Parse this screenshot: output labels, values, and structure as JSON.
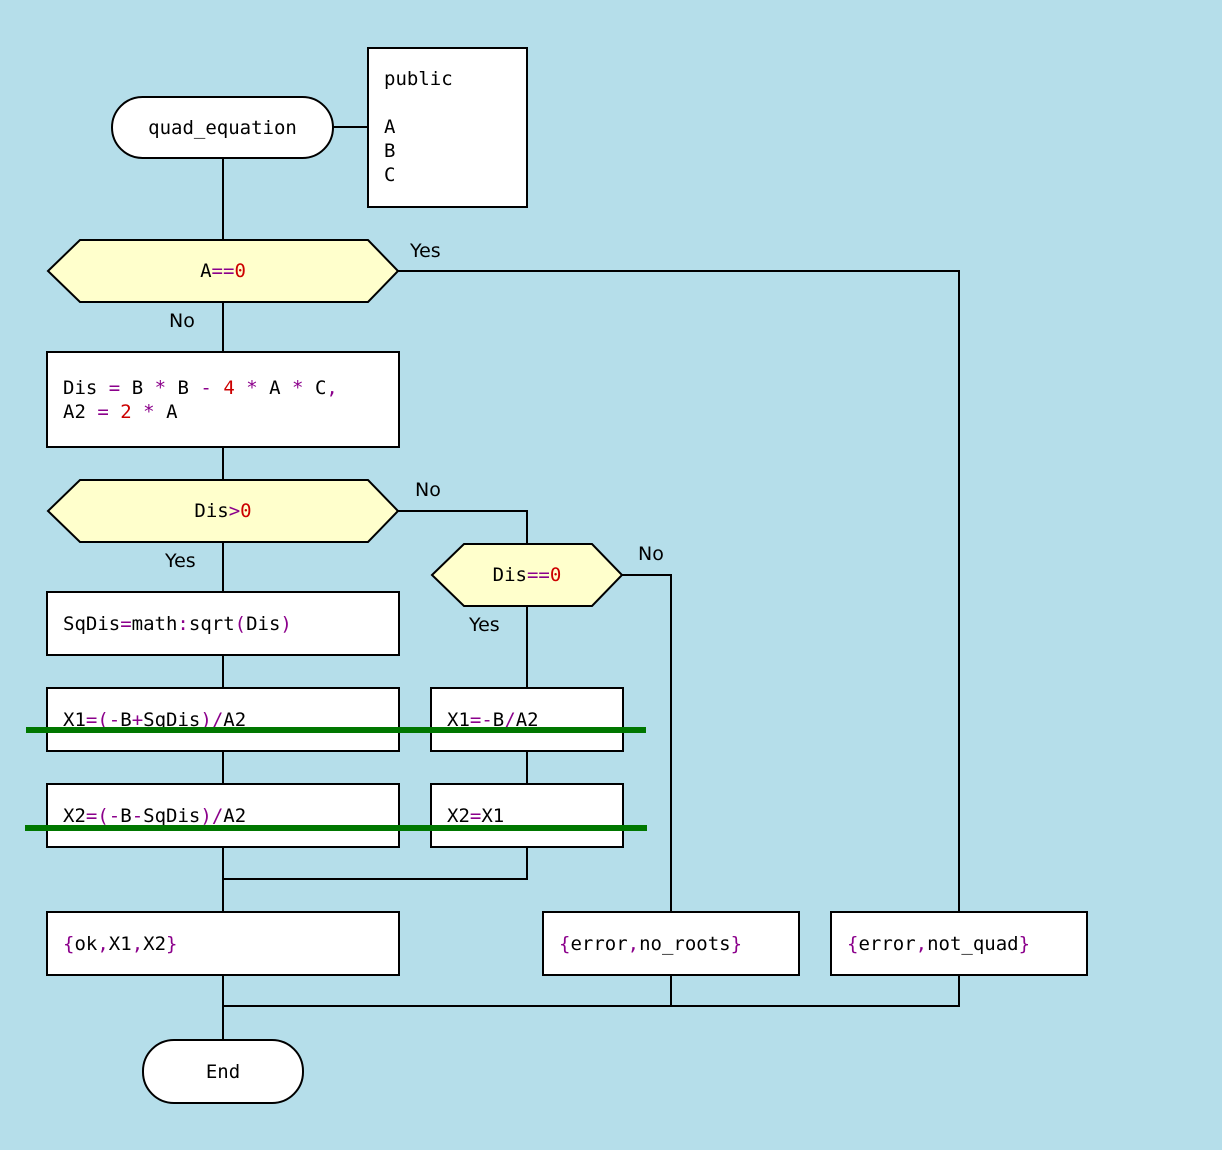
{
  "diagram": {
    "colors": {
      "background": "#b5deea",
      "decision_fill": "#ffffcc",
      "operator": "#8b008b",
      "number": "#cc0000",
      "strike": "#007700"
    },
    "start": {
      "label": "quad_equation"
    },
    "params": {
      "title": "public",
      "items": [
        "A",
        "B",
        "C"
      ]
    },
    "decision1": {
      "left": "A",
      "op": "==",
      "num": "0",
      "yes_label": "Yes",
      "no_label": "No"
    },
    "process1": {
      "line1": {
        "a": "Dis",
        "op1": "=",
        "b": "B",
        "op2": "*",
        "c": "B",
        "op3": "-",
        "n": "4",
        "op4": "*",
        "d": "A",
        "op5": "*",
        "e": "C",
        "comma": ","
      },
      "line2": {
        "a": "A2",
        "op1": "=",
        "n": "2",
        "op2": "*",
        "b": "A"
      }
    },
    "decision2": {
      "left": "Dis",
      "op": ">",
      "num": "0",
      "yes_label": "Yes",
      "no_label": "No"
    },
    "decision3": {
      "left": "Dis",
      "op": "==",
      "num": "0",
      "yes_label": "Yes",
      "no_label": "No"
    },
    "sqdis": {
      "a": "SqDis",
      "op1": "=",
      "b": "math",
      "colon": ":",
      "c": "sqrt",
      "lp": "(",
      "d": "Dis",
      "rp": ")"
    },
    "x1_two": {
      "a": "X1",
      "op1": "=",
      "lp": "(",
      "neg": "-",
      "b": "B",
      "plus": "+",
      "c": "SqDis",
      "rp": ")",
      "div": "/",
      "d": "A2"
    },
    "x2_two": {
      "a": "X2",
      "op1": "=",
      "lp": "(",
      "neg": "-",
      "b": "B",
      "minus": "-",
      "c": "SqDis",
      "rp": ")",
      "div": "/",
      "d": "A2"
    },
    "x1_one": {
      "a": "X1",
      "op1": "=",
      "neg": "-",
      "b": "B",
      "div": "/",
      "d": "A2"
    },
    "x2_one": {
      "a": "X2",
      "op1": "=",
      "b": "X1"
    },
    "result_ok": {
      "lb": "{",
      "a": "ok",
      "c1": ",",
      "b": "X1",
      "c2": ",",
      "c": "X2",
      "rb": "}"
    },
    "result_no_roots": {
      "lb": "{",
      "a": "error",
      "c1": ",",
      "b": "no_roots",
      "rb": "}"
    },
    "result_not_quad": {
      "lb": "{",
      "a": "error",
      "c1": ",",
      "b": "not_quad",
      "rb": "}"
    },
    "end": {
      "label": "End"
    }
  }
}
